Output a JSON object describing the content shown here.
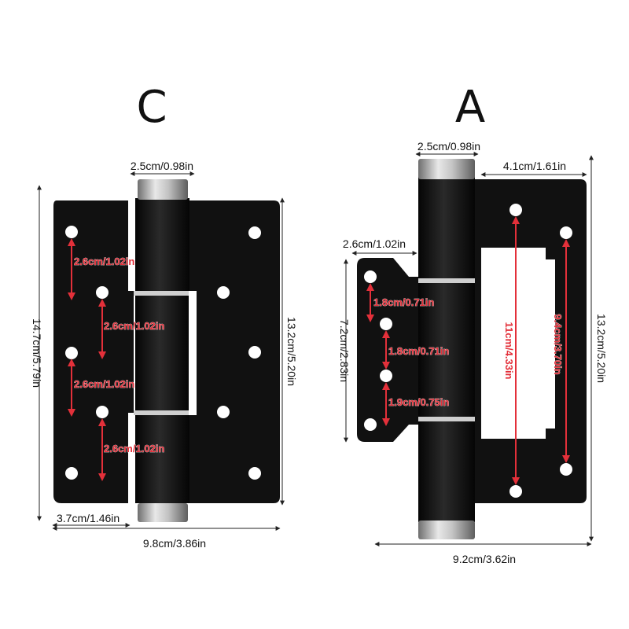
{
  "hinge_c": {
    "title": "C",
    "dims": {
      "barrel_width": "2.5cm/0.98in",
      "total_height": "14.7cm/5.79in",
      "right_height": "13.2cm/5.20in",
      "left_width": "3.7cm/1.46in",
      "total_width": "9.8cm/3.86in",
      "spacing_1": "2.6cm/1.02in",
      "spacing_2": "2.6cm/1.02in",
      "spacing_3": "2.6cm/1.02in",
      "spacing_4": "2.6cm/1.02in"
    }
  },
  "hinge_a": {
    "title": "A",
    "dims": {
      "barrel_width": "2.5cm/0.98in",
      "right_width": "4.1cm/1.61in",
      "left_width": "2.6cm/1.02in",
      "left_height": "7.2cm/2.83in",
      "total_height": "13.2cm/5.20in",
      "total_width": "9.2cm/3.62in",
      "spacing_1": "1.8cm/0.71in",
      "spacing_2": "1.8cm/0.71in",
      "spacing_3": "1.9cm/0.75in",
      "hole_span_long": "11cm/4.33in",
      "hole_span_short": "9.4cm/3.70in"
    }
  },
  "colors": {
    "plate": "#111111",
    "annotation": "#e3303a",
    "steel": "#bdbdbd"
  }
}
